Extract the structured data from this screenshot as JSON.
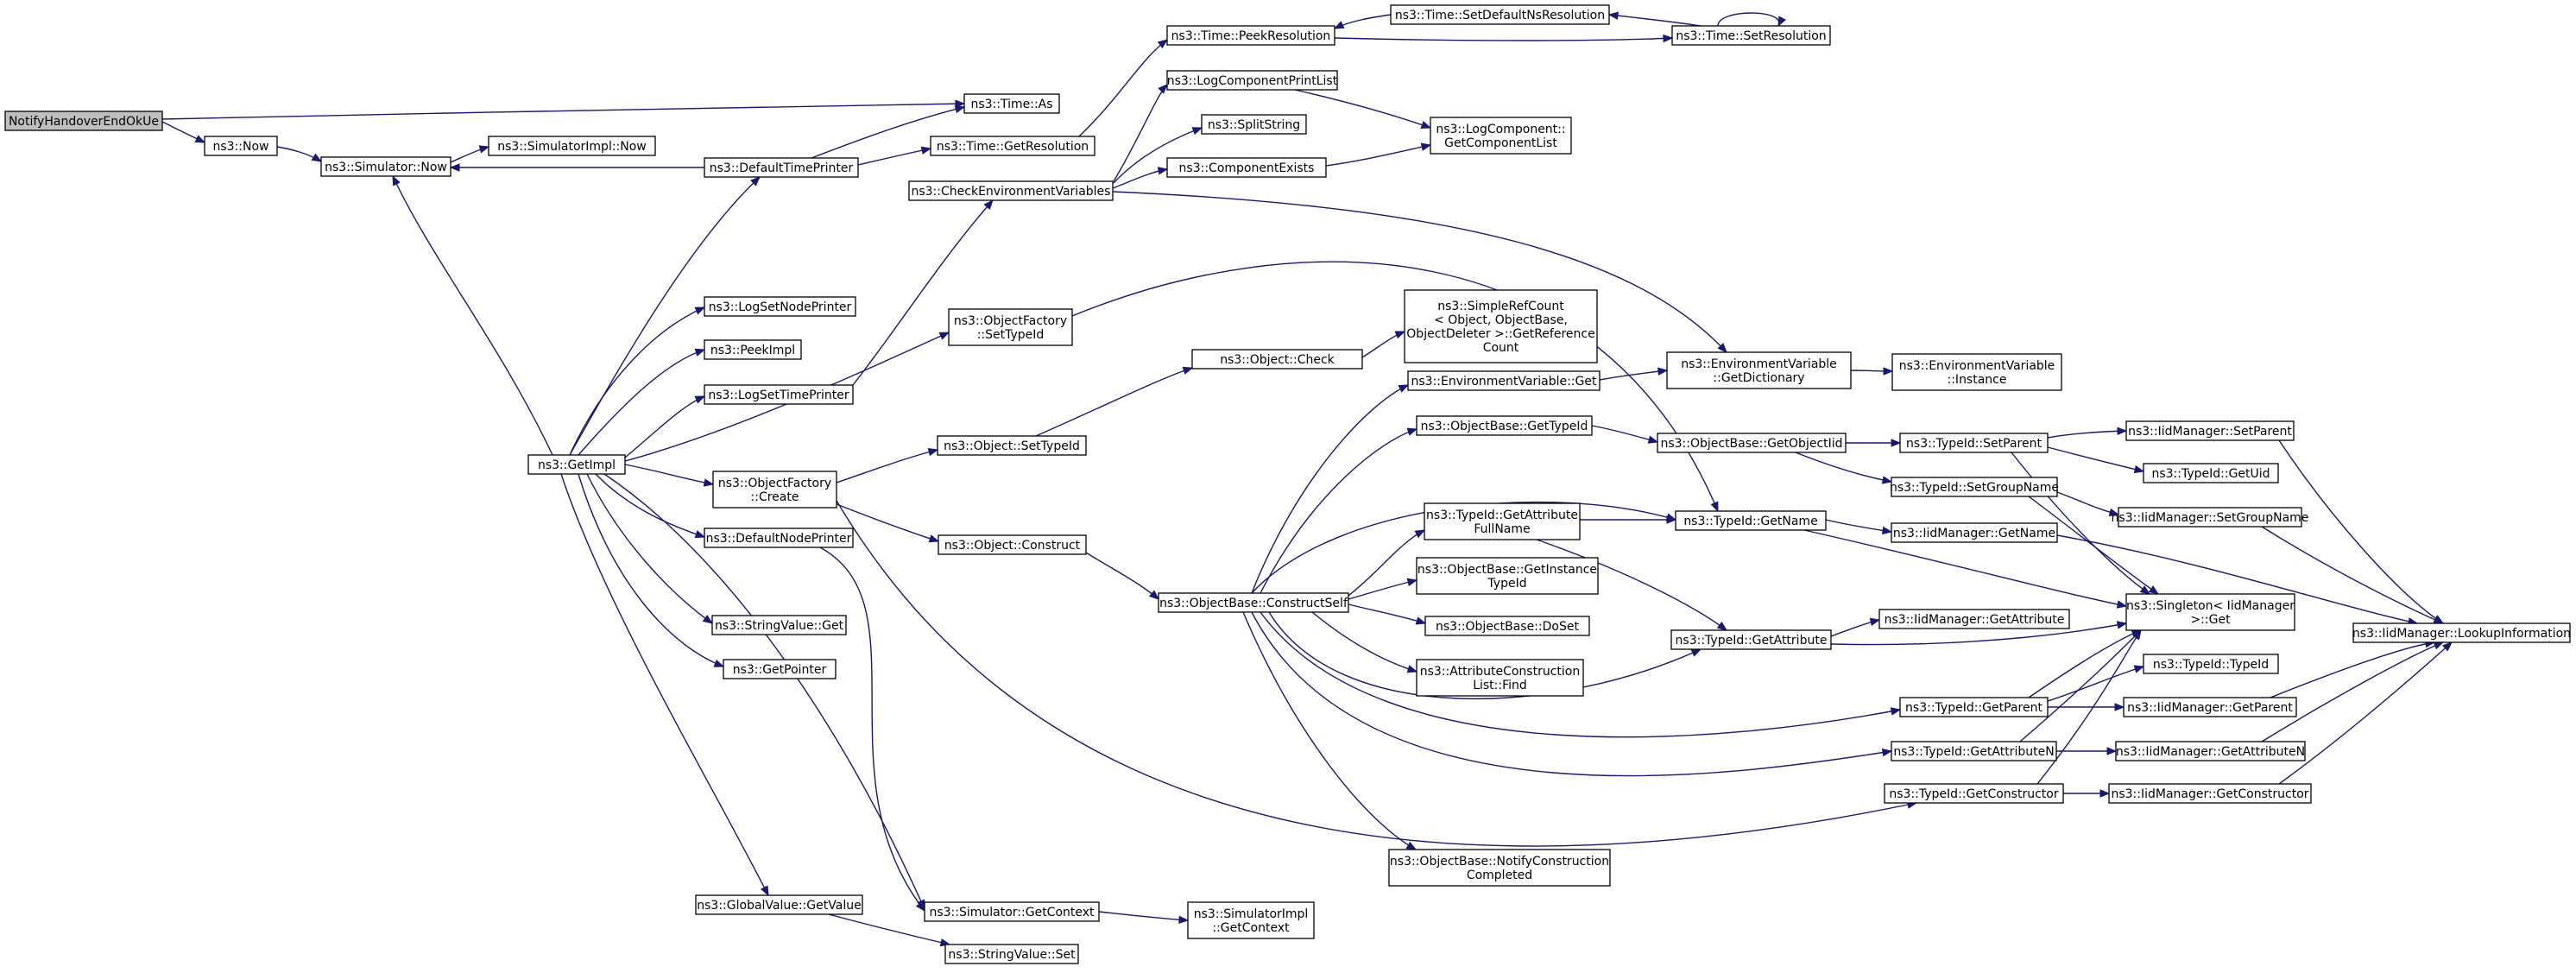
{
  "colors": {
    "edge": "#191970",
    "node_fill": "#ffffff",
    "root_fill": "#bfbfbf",
    "border": "#000000"
  },
  "nodes": [
    {
      "id": "root",
      "label": [
        "NotifyHandoverEndOkUe"
      ],
      "root": true
    },
    {
      "id": "now",
      "label": [
        "ns3::Now"
      ]
    },
    {
      "id": "simnow",
      "label": [
        "ns3::Simulator::Now"
      ]
    },
    {
      "id": "simimplnow",
      "label": [
        "ns3::SimulatorImpl::Now"
      ]
    },
    {
      "id": "getimpl",
      "label": [
        "ns3::GetImpl"
      ]
    },
    {
      "id": "dtp",
      "label": [
        "ns3::DefaultTimePrinter"
      ]
    },
    {
      "id": "timeas",
      "label": [
        "ns3::Time::As"
      ]
    },
    {
      "id": "getres",
      "label": [
        "ns3::Time::GetResolution"
      ]
    },
    {
      "id": "peekres",
      "label": [
        "ns3::Time::PeekResolution"
      ]
    },
    {
      "id": "setdefns",
      "label": [
        "ns3::Time::SetDefaultNsResolution"
      ]
    },
    {
      "id": "setres",
      "label": [
        "ns3::Time::SetResolution"
      ]
    },
    {
      "id": "lcpl",
      "label": [
        "ns3::LogComponentPrintList"
      ]
    },
    {
      "id": "splitstr",
      "label": [
        "ns3::SplitString"
      ]
    },
    {
      "id": "compexists",
      "label": [
        "ns3::ComponentExists"
      ]
    },
    {
      "id": "lcgcl",
      "label": [
        "ns3::LogComponent::",
        "GetComponentList"
      ]
    },
    {
      "id": "cev",
      "label": [
        "ns3::CheckEnvironmentVariables"
      ]
    },
    {
      "id": "lsnp",
      "label": [
        "ns3::LogSetNodePrinter"
      ]
    },
    {
      "id": "peekimpl",
      "label": [
        "ns3::PeekImpl"
      ]
    },
    {
      "id": "lstp",
      "label": [
        "ns3::LogSetTimePrinter"
      ]
    },
    {
      "id": "ofsettid",
      "label": [
        "ns3::ObjectFactory",
        "::SetTypeId"
      ]
    },
    {
      "id": "srcount",
      "label": [
        "ns3::SimpleRefCount",
        "< Object, ObjectBase,",
        "ObjectDeleter >::GetReference",
        "Count"
      ]
    },
    {
      "id": "objcheck",
      "label": [
        "ns3::Object::Check"
      ]
    },
    {
      "id": "envget",
      "label": [
        "ns3::EnvironmentVariable::Get"
      ]
    },
    {
      "id": "envdict",
      "label": [
        "ns3::EnvironmentVariable",
        "::GetDictionary"
      ]
    },
    {
      "id": "envinst",
      "label": [
        "ns3::EnvironmentVariable",
        "::Instance"
      ]
    },
    {
      "id": "objsettid",
      "label": [
        "ns3::Object::SetTypeId"
      ]
    },
    {
      "id": "obgettid",
      "label": [
        "ns3::ObjectBase::GetTypeId"
      ]
    },
    {
      "id": "obgetoid",
      "label": [
        "ns3::ObjectBase::GetObjectIid"
      ]
    },
    {
      "id": "tidsetparent",
      "label": [
        "ns3::TypeId::SetParent"
      ]
    },
    {
      "id": "iidsetparent",
      "label": [
        "ns3::IidManager::SetParent"
      ]
    },
    {
      "id": "tidgetuid",
      "label": [
        "ns3::TypeId::GetUid"
      ]
    },
    {
      "id": "ofcreate",
      "label": [
        "ns3::ObjectFactory",
        "::Create"
      ]
    },
    {
      "id": "tidsgn",
      "label": [
        "ns3::TypeId::SetGroupName"
      ]
    },
    {
      "id": "iidsgn",
      "label": [
        "ns3::IidManager::SetGroupName"
      ]
    },
    {
      "id": "tidgafn",
      "label": [
        "ns3::TypeId::GetAttribute",
        "FullName"
      ]
    },
    {
      "id": "tidgetname",
      "label": [
        "ns3::TypeId::GetName"
      ]
    },
    {
      "id": "dnp",
      "label": [
        "ns3::DefaultNodePrinter"
      ]
    },
    {
      "id": "objconstruct",
      "label": [
        "ns3::Object::Construct"
      ]
    },
    {
      "id": "iidgetname",
      "label": [
        "ns3::IidManager::GetName"
      ]
    },
    {
      "id": "obgit",
      "label": [
        "ns3::ObjectBase::GetInstance",
        "TypeId"
      ]
    },
    {
      "id": "singleton",
      "label": [
        "ns3::Singleton< IidManager",
        ">::Get"
      ]
    },
    {
      "id": "obcs",
      "label": [
        "ns3::ObjectBase::ConstructSelf"
      ]
    },
    {
      "id": "strvalget",
      "label": [
        "ns3::StringValue::Get"
      ]
    },
    {
      "id": "obdoset",
      "label": [
        "ns3::ObjectBase::DoSet"
      ]
    },
    {
      "id": "iidgetattr",
      "label": [
        "ns3::IidManager::GetAttribute"
      ]
    },
    {
      "id": "iidlookup",
      "label": [
        "ns3::IidManager::LookupInformation"
      ]
    },
    {
      "id": "tidgetattr",
      "label": [
        "ns3::TypeId::GetAttribute"
      ]
    },
    {
      "id": "getpointer",
      "label": [
        "ns3::GetPointer"
      ]
    },
    {
      "id": "acfind",
      "label": [
        "ns3::AttributeConstruction",
        "List::Find"
      ]
    },
    {
      "id": "tidtid",
      "label": [
        "ns3::TypeId::TypeId"
      ]
    },
    {
      "id": "tidgetparent",
      "label": [
        "ns3::TypeId::GetParent"
      ]
    },
    {
      "id": "iidgetparent",
      "label": [
        "ns3::IidManager::GetParent"
      ]
    },
    {
      "id": "tidgan",
      "label": [
        "ns3::TypeId::GetAttributeN"
      ]
    },
    {
      "id": "iidgan",
      "label": [
        "ns3::IidManager::GetAttributeN"
      ]
    },
    {
      "id": "tidgetctor",
      "label": [
        "ns3::TypeId::GetConstructor"
      ]
    },
    {
      "id": "iidgetctor",
      "label": [
        "ns3::IidManager::GetConstructor"
      ]
    },
    {
      "id": "obnotify",
      "label": [
        "ns3::ObjectBase::NotifyConstruction",
        "Completed"
      ]
    },
    {
      "id": "gvgetvalue",
      "label": [
        "ns3::GlobalValue::GetValue"
      ]
    },
    {
      "id": "simgetctx",
      "label": [
        "ns3::Simulator::GetContext"
      ]
    },
    {
      "id": "simimplgetctx",
      "label": [
        "ns3::SimulatorImpl",
        "::GetContext"
      ]
    },
    {
      "id": "strvalset",
      "label": [
        "ns3::StringValue::Set"
      ]
    }
  ]
}
